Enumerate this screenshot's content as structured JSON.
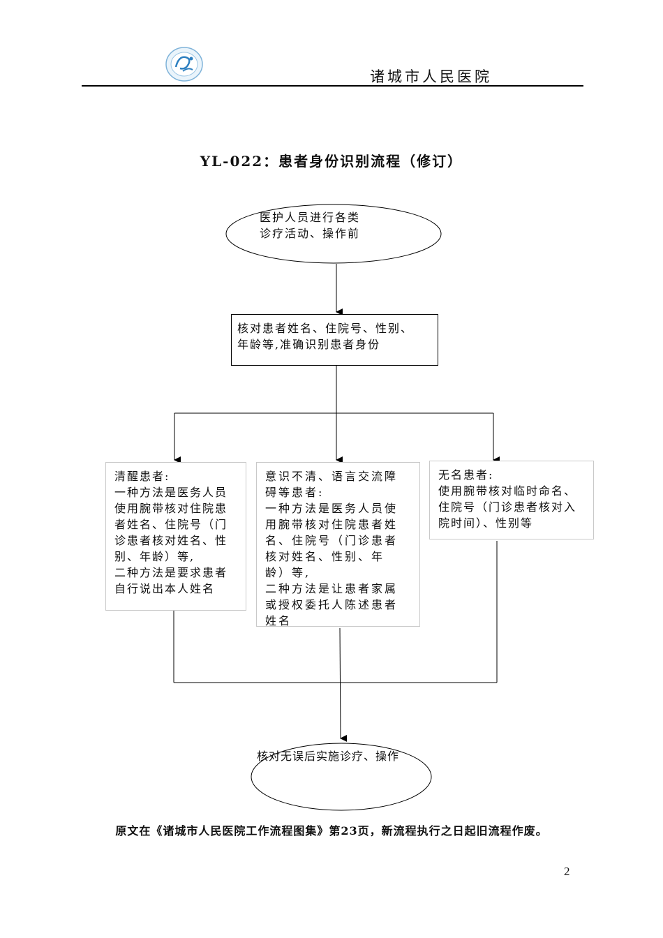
{
  "header": {
    "hospital_name": "诸城市人民医院"
  },
  "title": "YL-022：患者身份识别流程（修订）",
  "nodes": {
    "start": "医护人员进行各类\n诊疗活动、操作前",
    "verify": "核对患者姓名、住院号、性别、\n年龄等,准确识别患者身份",
    "conscious": "清醒患者:\n一种方法是医务人员\n使用腕带核对住院患\n者姓名、住院号（门\n诊患者核对姓名、性\n别、年龄）等,\n二种方法是要求患者\n自行说出本人姓名",
    "unconscious": "意识不清、语言交流障\n碍等患者:\n一种方法是医务人员使\n用腕带核对住院患者姓\n名、住院号（门诊患者\n核对姓名、性别、年\n龄）等,\n二种方法是让患者家属\n或授权委托人陈述患者\n姓名",
    "anonymous": "无名患者:\n使用腕带核对临时命名、\n住院号（门诊患者核对入\n院时间）、性别等",
    "end": "核对无误后实施诊疗、操作"
  },
  "footer_note": "原文在《诸城市人民医院工作流程图集》第23页，新流程执行之日起旧流程作废。",
  "page_number": "2"
}
